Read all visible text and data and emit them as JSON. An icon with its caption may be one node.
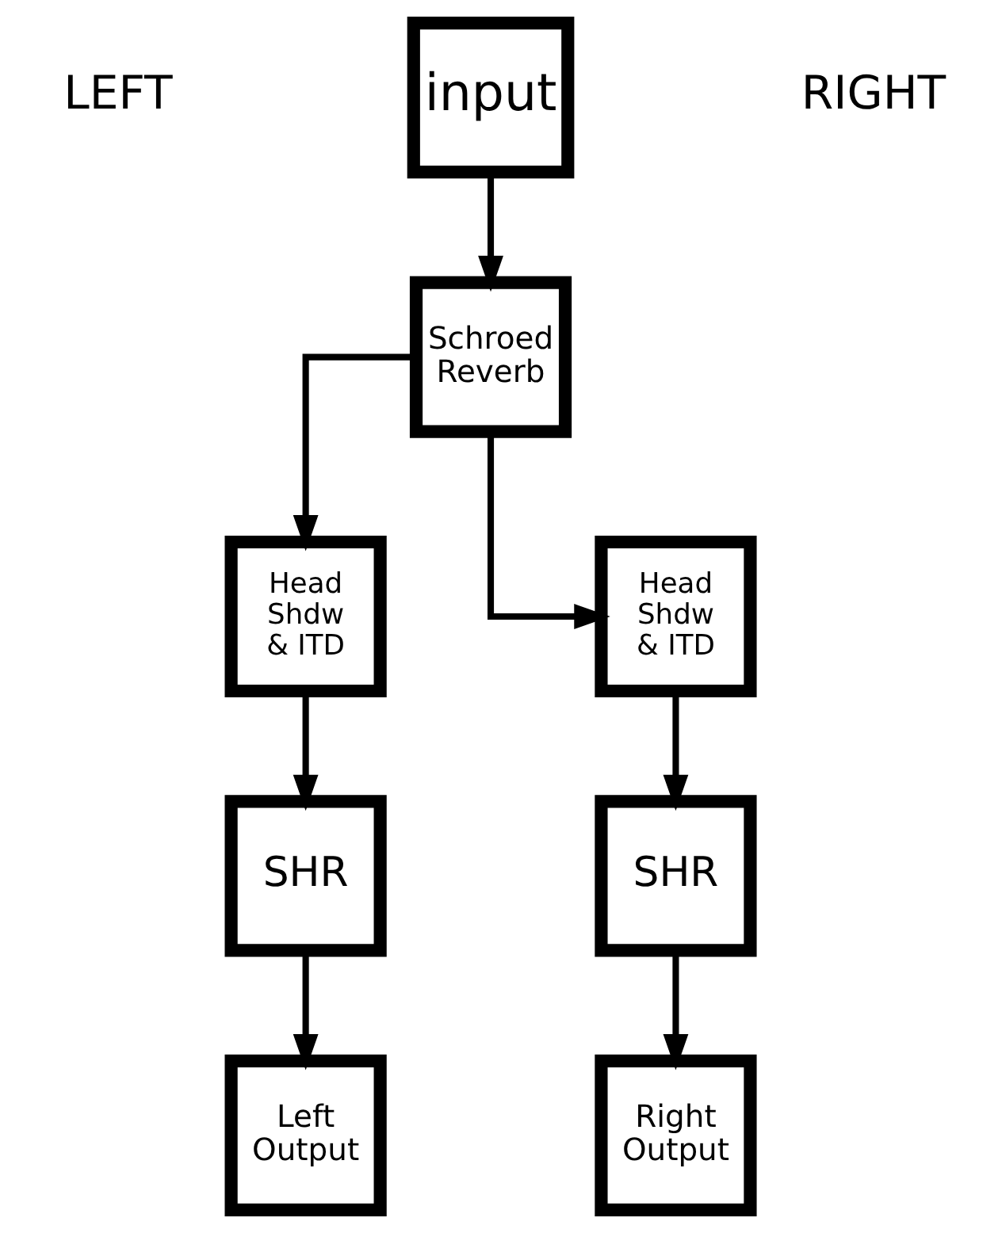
{
  "diagram": {
    "nodes": [
      {
        "text": [
          "input"
        ]
      },
      {
        "text": [
          "Schroed Reverb"
        ]
      },
      {
        "text": [
          "Head Shdw & ITD"
        ]
      },
      {
        "text": [
          "Head Shdw & ITD"
        ]
      },
      {
        "text": [
          "SHR"
        ]
      },
      {
        "text": [
          "SHR"
        ]
      },
      {
        "text": [
          "Left Output"
        ]
      },
      {
        "text": [
          "Right Output"
        ]
      }
    ],
    "edges": [
      {
        "from": 0,
        "to": 1,
        "arrow": "to"
      },
      {
        "from": 1,
        "to": 2,
        "arrow": "to"
      },
      {
        "from": 1,
        "to": 3,
        "arrow": "to"
      },
      {
        "from": 2,
        "to": 4,
        "arrow": "to"
      },
      {
        "from": 3,
        "to": 5,
        "arrow": "to"
      },
      {
        "from": 4,
        "to": 6,
        "arrow": "to"
      },
      {
        "from": 5,
        "to": 7,
        "arrow": "to"
      }
    ],
    "labels": [
      "LEFT",
      "RIGHT"
    ]
  }
}
